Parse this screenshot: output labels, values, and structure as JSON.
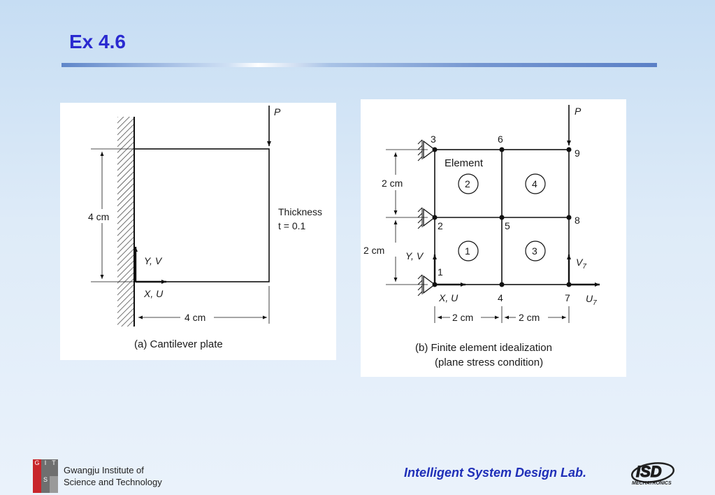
{
  "slide": {
    "title": "Ex 4.6"
  },
  "figure_a": {
    "load_label": "P",
    "height_dim": "4 cm",
    "width_dim": "4 cm",
    "thickness_label": "Thickness",
    "thickness_value": "t = 0.1",
    "y_axis_label": "Y, V",
    "x_axis_label": "X, U",
    "caption": "(a)  Cantilever plate"
  },
  "figure_b": {
    "load_label": "P",
    "element_label": "Element",
    "dim_upper": "2 cm",
    "dim_lower": "2 cm",
    "dim_left_bottom": "2 cm",
    "dim_right_bottom": "2 cm",
    "y_axis_label": "Y, V",
    "x_axis_label": "X, U",
    "v7_label": "V",
    "v7_sub": "7",
    "u7_label": "U",
    "u7_sub": "7",
    "nodes": [
      "1",
      "2",
      "3",
      "4",
      "5",
      "6",
      "7",
      "8",
      "9"
    ],
    "elements": [
      "1",
      "2",
      "3",
      "4"
    ],
    "caption_line1": "(b)  Finite element idealization",
    "caption_line2": "(plane stress condition)"
  },
  "footer": {
    "institute_line1": "Gwangju Institute of",
    "institute_line2": "Science and Technology",
    "institute_letters": [
      "G",
      "I",
      "S",
      "T"
    ],
    "lab_name": "Intelligent System Design Lab.",
    "logo_text": "ISD",
    "logo_subtext": "MECHATRONICS",
    "colors": {
      "title": "#2a2ad0",
      "lab": "#1f2fb8",
      "gist_red": "#c8262b",
      "gist_gray": "#6f6f6f"
    }
  }
}
